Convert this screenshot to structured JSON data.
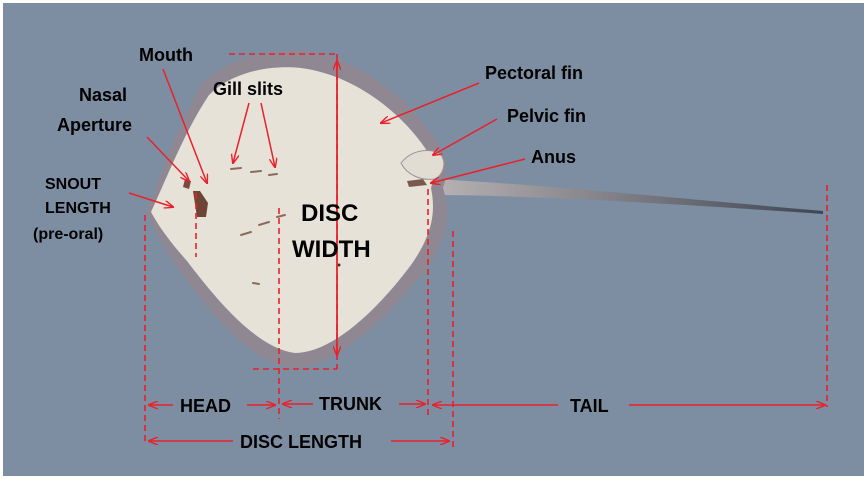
{
  "labels": {
    "mouth": "Mouth",
    "gill_slits": "Gill slits",
    "nasal": "Nasal",
    "aperture": "Aperture",
    "snout": "SNOUT",
    "length": "LENGTH",
    "pre_oral": "(pre-oral)",
    "pectoral_fin": "Pectoral fin",
    "pelvic_fin": "Pelvic fin",
    "anus": "Anus",
    "disc": "DISC",
    "width": "WIDTH",
    "head": "HEAD",
    "trunk": "TRUNK",
    "tail": "TAIL",
    "disc_length": "DISC LENGTH"
  },
  "colors": {
    "background": "#7d8ea3",
    "annotation": "#e8212b",
    "body": "#e7e2d8",
    "body_edge": "#8b8491"
  }
}
